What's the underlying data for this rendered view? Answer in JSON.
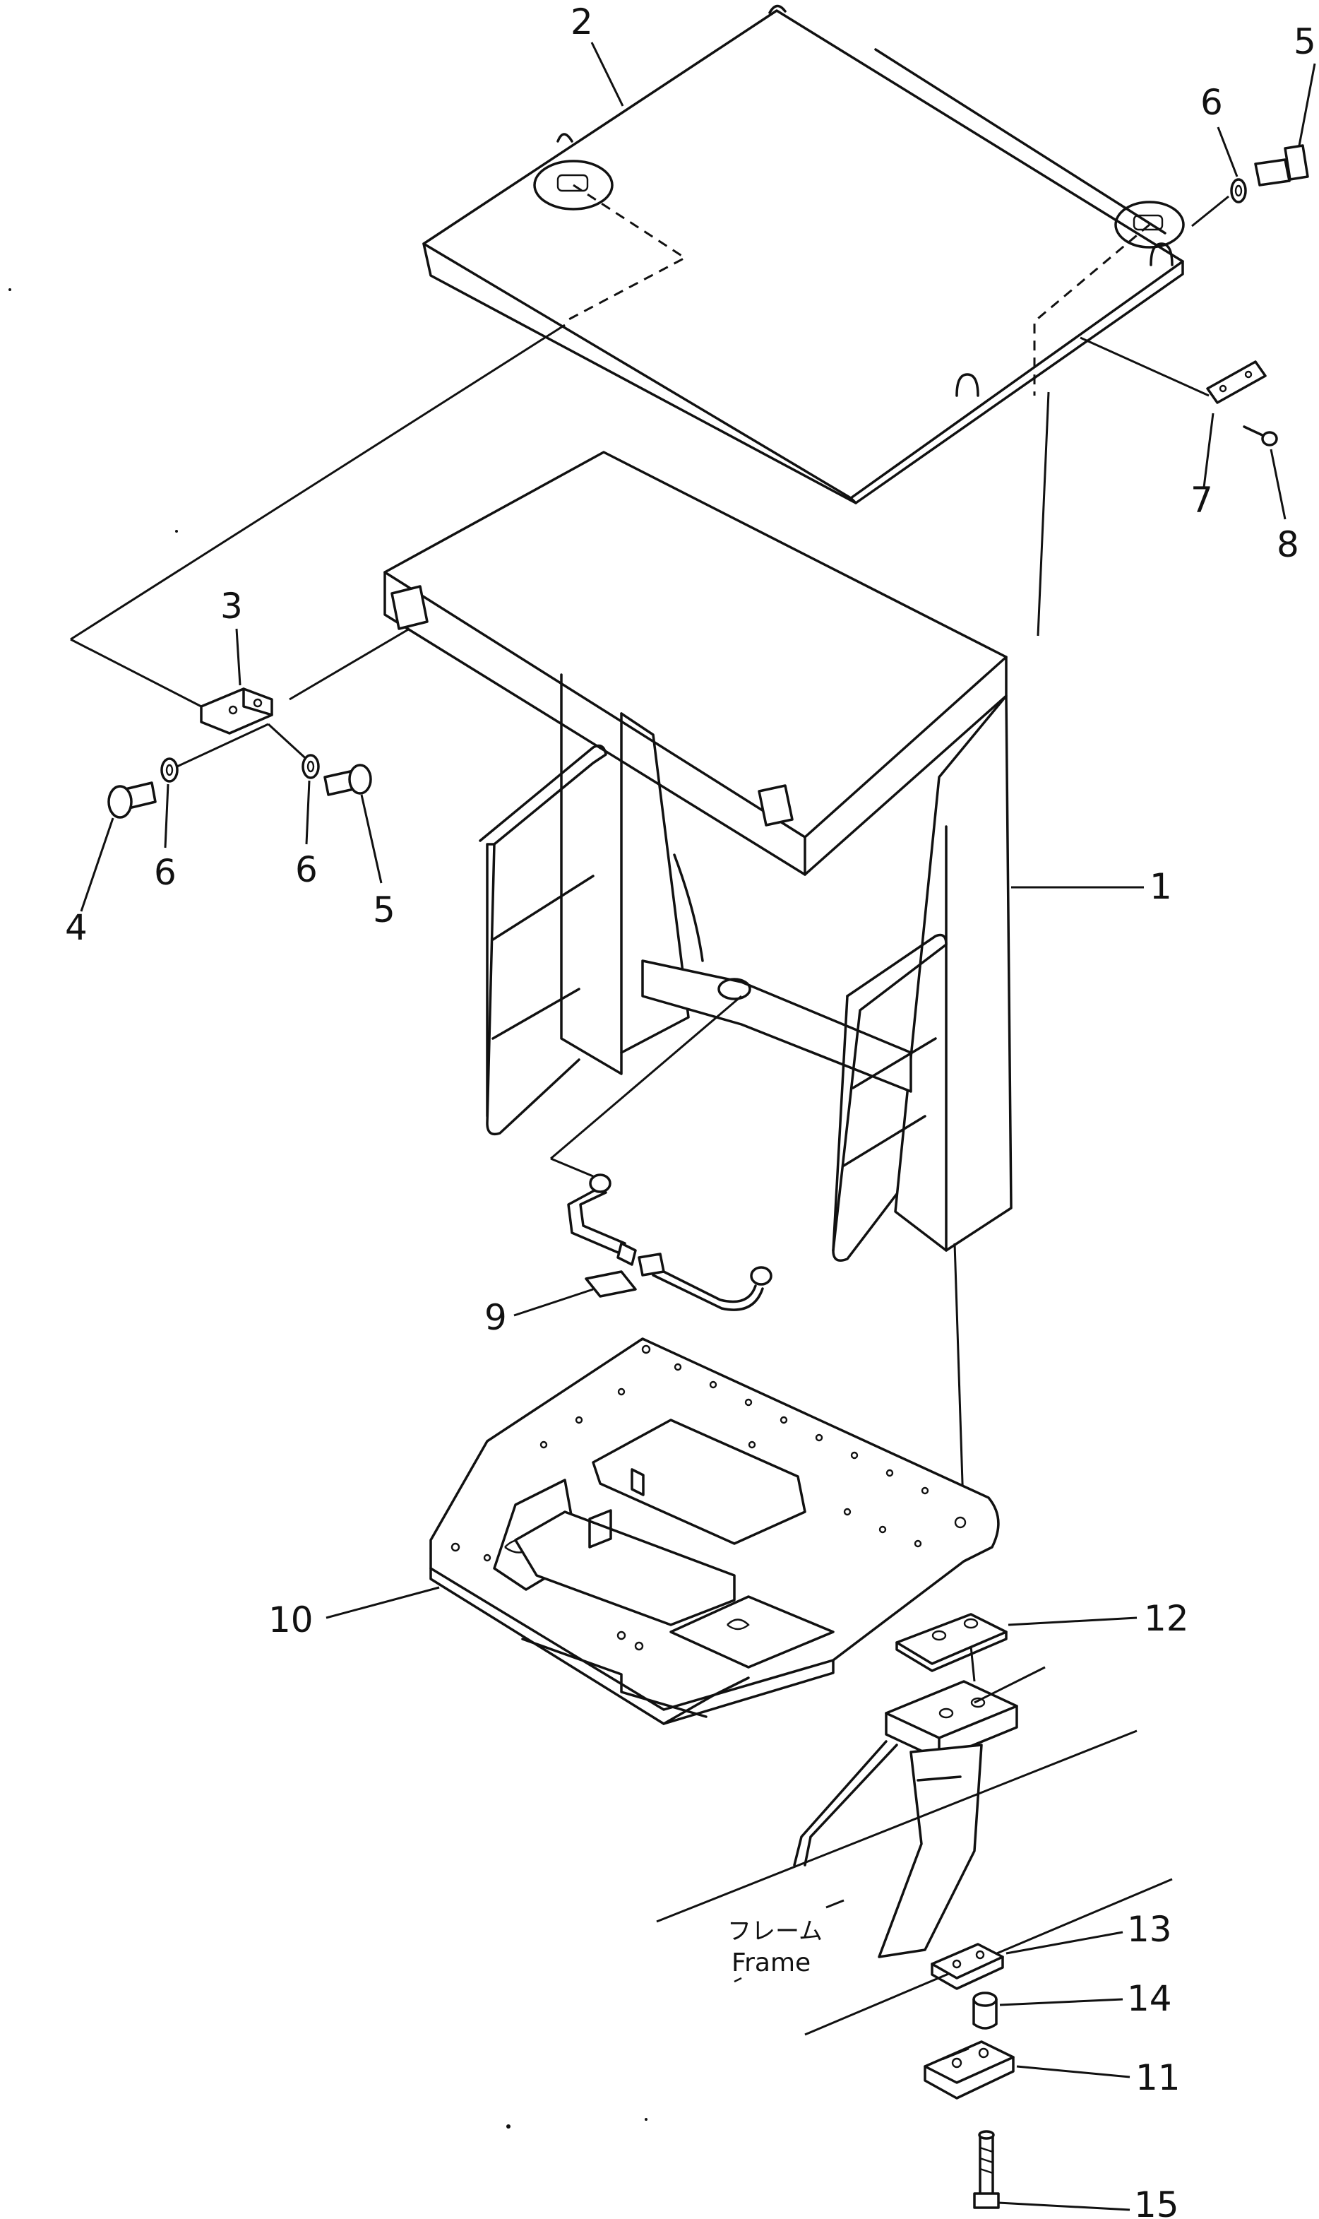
{
  "callouts": {
    "c1": "1",
    "c2": "2",
    "c3": "3",
    "c4": "4",
    "c5a": "5",
    "c5b": "5",
    "c6a": "6",
    "c6b": "6",
    "c6c": "6",
    "c7": "7",
    "c8": "8",
    "c9": "9",
    "c10": "10",
    "c11": "11",
    "c12": "12",
    "c13": "13",
    "c14": "14",
    "c15": "15"
  },
  "frame_label": {
    "japanese": "フレーム",
    "english": "Frame"
  },
  "colors": {
    "line": "#111111",
    "background": "#ffffff"
  }
}
